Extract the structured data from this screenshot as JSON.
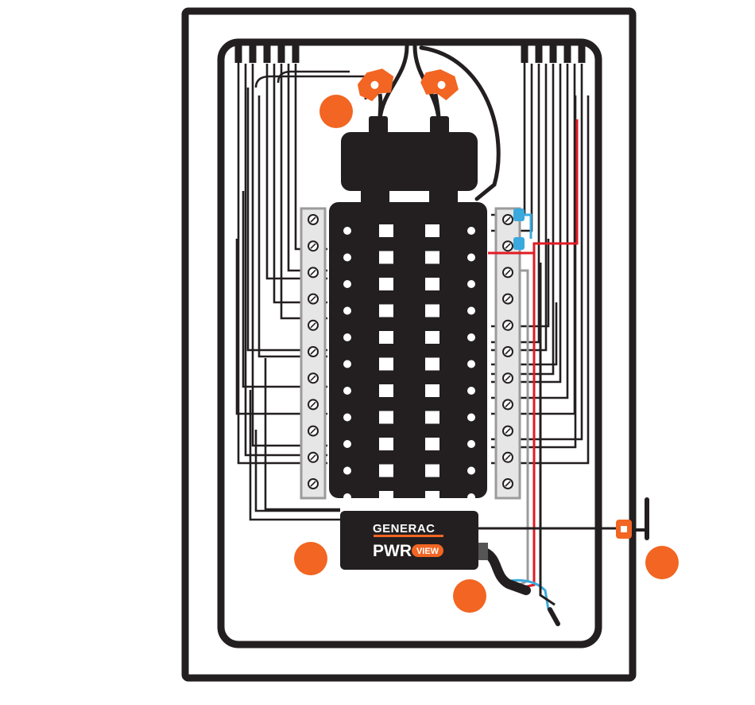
{
  "device": {
    "brand": "GENERAC",
    "product_main": "PWR",
    "product_sub": "VIEW"
  },
  "colors": {
    "outline": "#231f20",
    "accent": "#f26522",
    "wire_red": "#e21b23",
    "wire_blue": "#3aa9dd",
    "wire_gray": "#9b9b9b",
    "bus_bar": "#e6e6e6",
    "white": "#ffffff"
  },
  "icons": {
    "ct_clamp_left": "ct-clamp-icon",
    "ct_clamp_right": "ct-clamp-icon",
    "ct_clamp_branch": "ct-clamp-icon",
    "step_marker": "orange-dot-icon"
  },
  "layout_counts": {
    "breaker_rows": 11,
    "bus_terminals_per_side": 11
  }
}
